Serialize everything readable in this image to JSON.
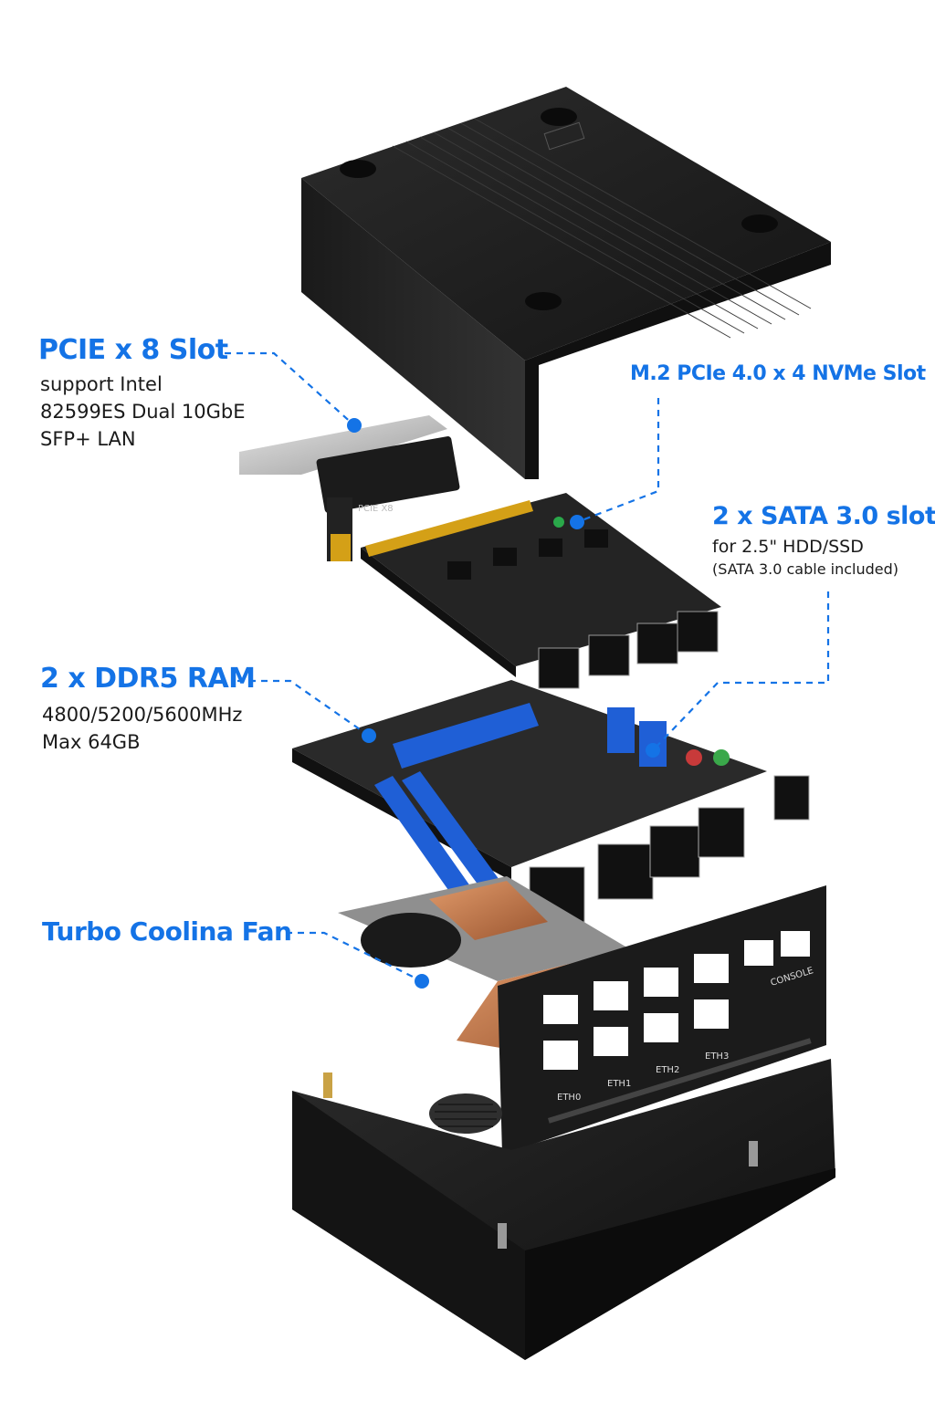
{
  "callouts": {
    "pcie": {
      "title": "PCIE x 8 Slot",
      "lines": [
        "support Intel",
        "82599ES Dual 10GbE",
        "SFP+ LAN"
      ]
    },
    "m2": {
      "title": "M.2 PCIe 4.0 x 4 NVMe Slot"
    },
    "sata": {
      "title": "2 x SATA 3.0 slot",
      "line1": "for 2.5\" HDD/SSD",
      "line2": "(SATA 3.0 cable included)"
    },
    "ram": {
      "title": "2 x DDR5 RAM",
      "lines": [
        "4800/5200/5600MHz",
        "Max 64GB"
      ]
    },
    "fan": {
      "title": "Turbo Coolina Fan"
    }
  },
  "board_labels": {
    "pcie_card": "PCIE X8",
    "console": "CONSOLE",
    "eth_labels": [
      "ETH0",
      "ETH1",
      "ETH2",
      "ETH3"
    ]
  },
  "colors": {
    "accent": "#1473e6",
    "case": "#1e1e1e",
    "pcb": "#2a2a2a",
    "gold": "#d4a017",
    "slot_blue": "#1f5fd6",
    "copper": "#c8794a"
  }
}
